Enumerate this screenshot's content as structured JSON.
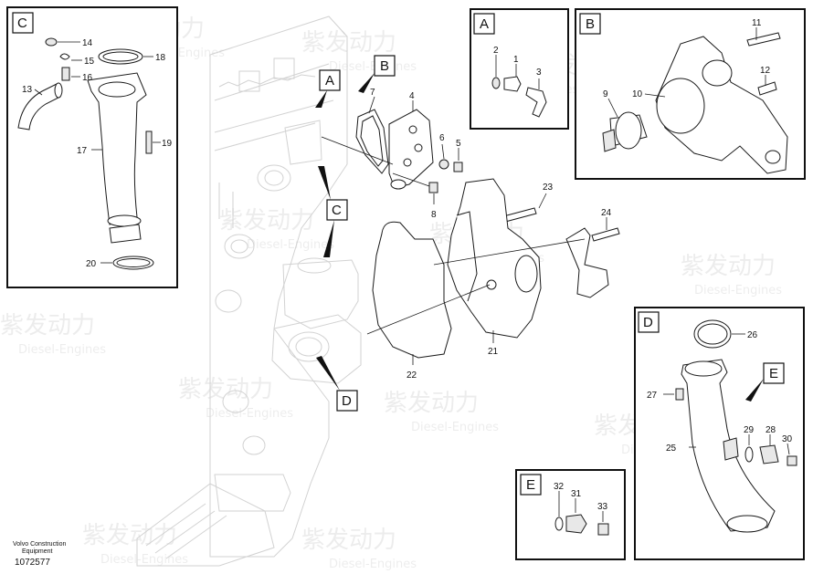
{
  "callouts": {
    "A": "A",
    "B": "B",
    "C": "C",
    "D": "D",
    "E": "E"
  },
  "parts": {
    "p1": "1",
    "p2": "2",
    "p3": "3",
    "p4": "4",
    "p5": "5",
    "p6": "6",
    "p7": "7",
    "p8": "8",
    "p9": "9",
    "p10": "10",
    "p11": "11",
    "p12": "12",
    "p13": "13",
    "p14": "14",
    "p15": "15",
    "p16": "16",
    "p17": "17",
    "p19": "19",
    "p18": "18",
    "p20": "20",
    "p21": "21",
    "p22": "22",
    "p23": "23",
    "p24": "24",
    "p25": "25",
    "p26": "26",
    "p27": "27",
    "p28": "28",
    "p29": "29",
    "p30": "30",
    "p31": "31",
    "p32": "32",
    "p33": "33"
  },
  "footer": {
    "brand": "Volvo Construction",
    "category": "Equipment",
    "doc_number": "1072577"
  },
  "watermark": {
    "cn": "紫发动力",
    "en": "Diesel-Engines"
  }
}
